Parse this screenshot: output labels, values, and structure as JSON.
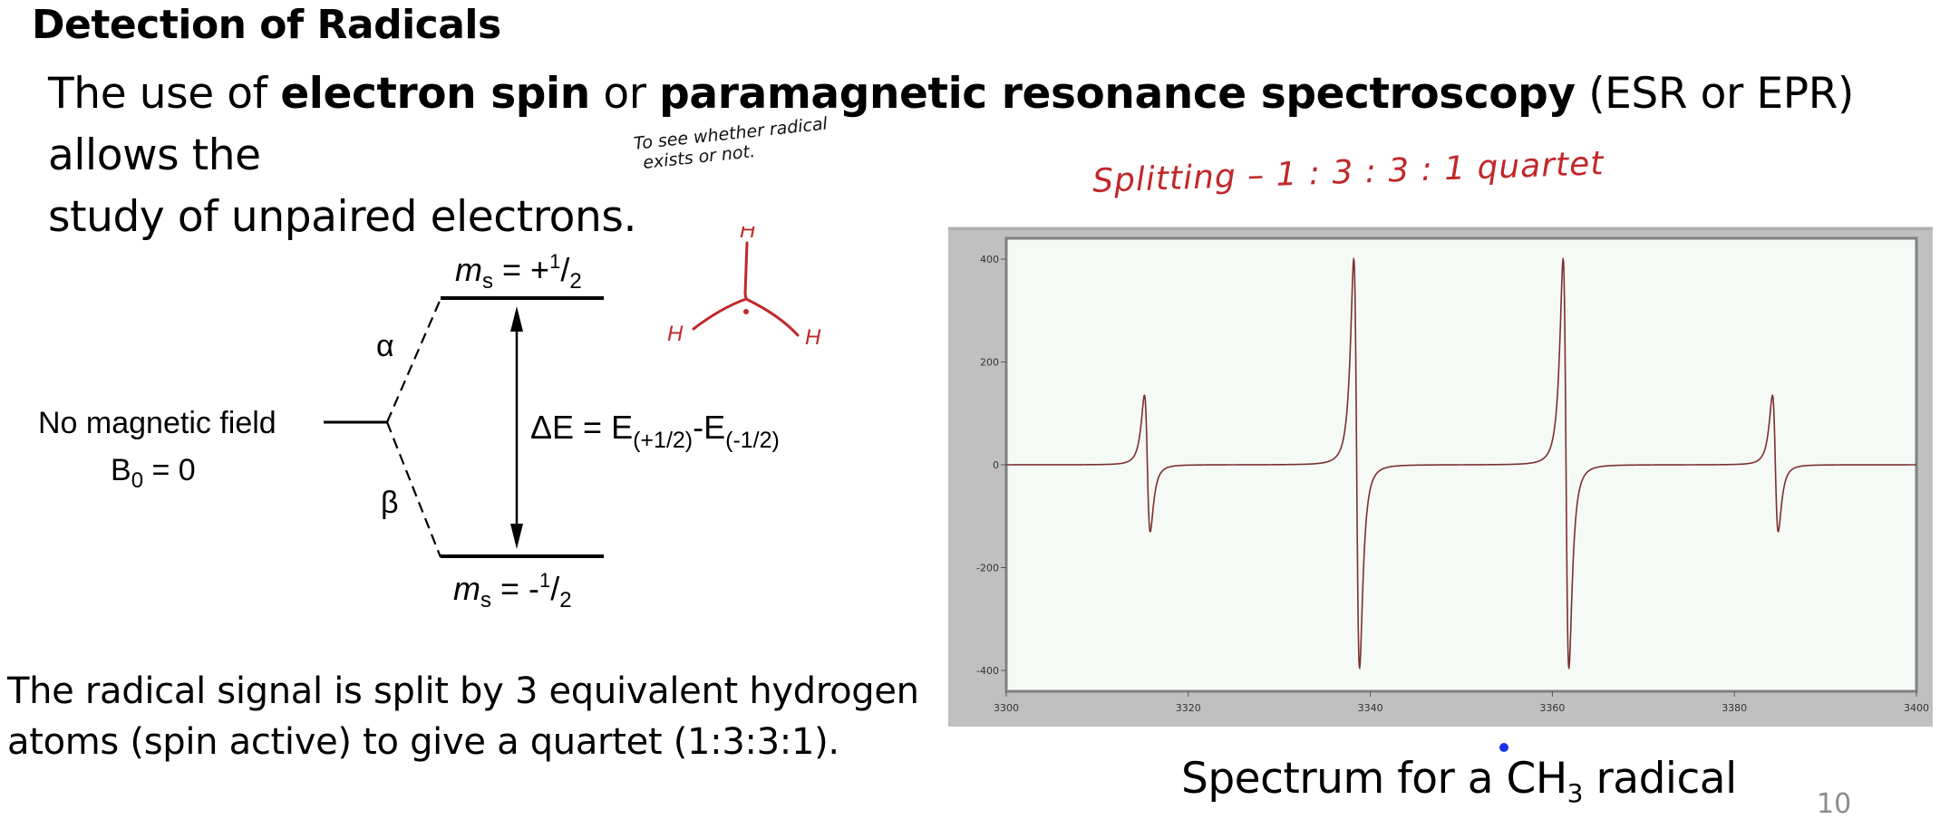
{
  "slide": {
    "title": "Detection of Radicals",
    "page_number": "10"
  },
  "intro": {
    "t1": "The use of ",
    "b1": "electron spin",
    "t2": " or ",
    "b2": "paramagnetic resonance spectroscopy",
    "t3": " (ESR or EPR) allows the",
    "line2": "study of unpaired electrons."
  },
  "annotations": {
    "handwritten_note_line1": "To see whether radical",
    "handwritten_note_line2": "exists or not.",
    "splitting_note": "Splitting – 1 : 3 : 3 : 1  quartet",
    "ink_red": "#c0282a"
  },
  "energy_diagram": {
    "upper_level_label": "m",
    "upper_level_sub": "s",
    "upper_level_value": " = +",
    "upper_num": "1",
    "upper_den": "2",
    "lower_level_value": " = -",
    "lower_num": "1",
    "lower_den": "2",
    "alpha": "α",
    "beta": "β",
    "no_field_label": "No magnetic field",
    "b0_label": "B",
    "b0_sub": "0",
    "b0_value": " = 0",
    "delta_e_prefix": "ΔE = E",
    "delta_e_sub1": "(+1/2)",
    "delta_e_mid": "-E",
    "delta_e_sub2": "(-1/2)"
  },
  "molecule": {
    "atom_top": "H",
    "atom_left": "H",
    "atom_right": "H"
  },
  "bottom_text": {
    "line1": "The radical signal is split by 3 equivalent hydrogen",
    "line2": "atoms (spin active) to give a quartet (1:3:3:1)."
  },
  "caption": {
    "prefix": "Spectrum for a ",
    "species": "CH",
    "species_sub": "3",
    "suffix": " radical",
    "dot_color": "#1a33e6"
  },
  "chart_data": {
    "type": "line",
    "title": "",
    "xlabel": "",
    "ylabel": "",
    "xlim": [
      3300,
      3400
    ],
    "ylim": [
      -500,
      450
    ],
    "x_ticks": [
      "3300",
      "3320",
      "3340",
      "3360",
      "3380",
      "3400"
    ],
    "y_ticks": [
      "400",
      "200",
      "0",
      "-200",
      "-400"
    ],
    "grid": false,
    "legend": null,
    "description": "First-derivative ESR spectrum, 1:3:3:1 quartet",
    "series": [
      {
        "name": "CH3 radical ESR signal",
        "color": "#7a3030",
        "peaks": [
          {
            "center": 3315.5,
            "max": 135,
            "min": -130
          },
          {
            "center": 3338.5,
            "max": 400,
            "min": -395
          },
          {
            "center": 3361.5,
            "max": 400,
            "min": -395
          },
          {
            "center": 3384.5,
            "max": 135,
            "min": -130
          }
        ]
      }
    ],
    "plot_background": "#f6faf6",
    "frame_background": "#c0c0c0"
  }
}
